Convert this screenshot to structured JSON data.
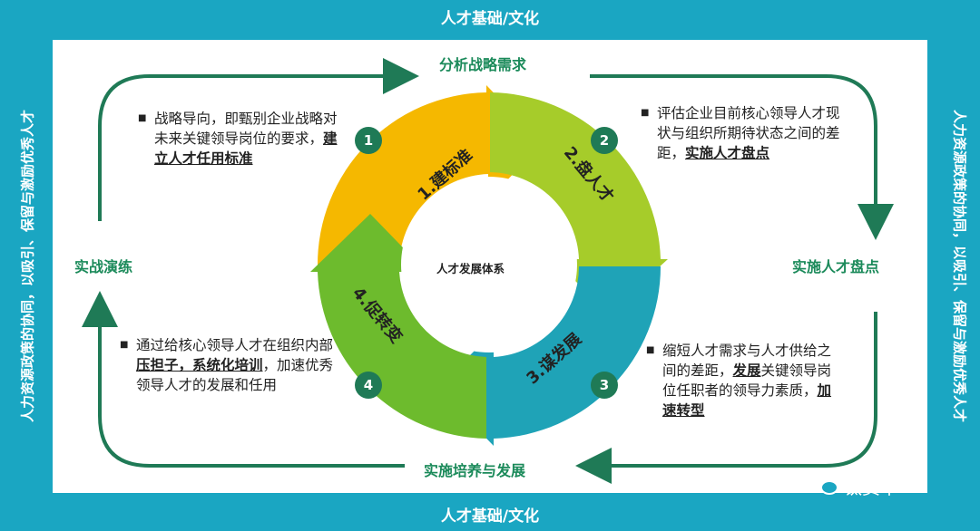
{
  "frame": {
    "top_band": "人才基础/文化",
    "bottom_band": "人才基础/文化",
    "left_side": "人力资源政策的协同，以吸引、保留与激励优秀人才",
    "right_side": "人力资源政策的协同，以吸引、保留与激励优秀人才"
  },
  "stages": {
    "top": "分析战略需求",
    "right": "实施人才盘点",
    "bottom": "实施培养与发展",
    "left": "实战演练"
  },
  "cycle": {
    "center": "人才发展体系",
    "arrows": [
      "1.建标准",
      "2.盘人才",
      "3.谋发展",
      "4.促转变"
    ],
    "numbers": [
      "1",
      "2",
      "3",
      "4"
    ]
  },
  "descriptions": {
    "d1": {
      "text": "战略导向，即甄别企业战略对未来关键领导岗位的要求，",
      "bold": "建立人才任用标准"
    },
    "d2": {
      "text": "评估企业目前核心领导人才现状与组织所期待状态之间的差距，",
      "bold": "实施人才盘点"
    },
    "d3": {
      "pre": "缩短人才需求与人才供给之间的差距，",
      "bold1": "发展",
      "mid": "关键领导岗位任职者的领导力素质，",
      "bold2": "加速转型"
    },
    "d4": {
      "pre": "通过给核心领导人才在组织内部",
      "bold": "压担子，系统化培训",
      "post": "，加速优秀领导人才的发展和任用"
    }
  },
  "watermark": "钛资本",
  "colors": {
    "frame": "#1aa6c2",
    "arrow1": "#f5b800",
    "arrow2": "#a6cc2a",
    "arrow3": "#1fa3b7",
    "arrow4": "#6dbb2d",
    "stage_text": "#1b8a5a",
    "number_badge": "#1f7a56"
  }
}
